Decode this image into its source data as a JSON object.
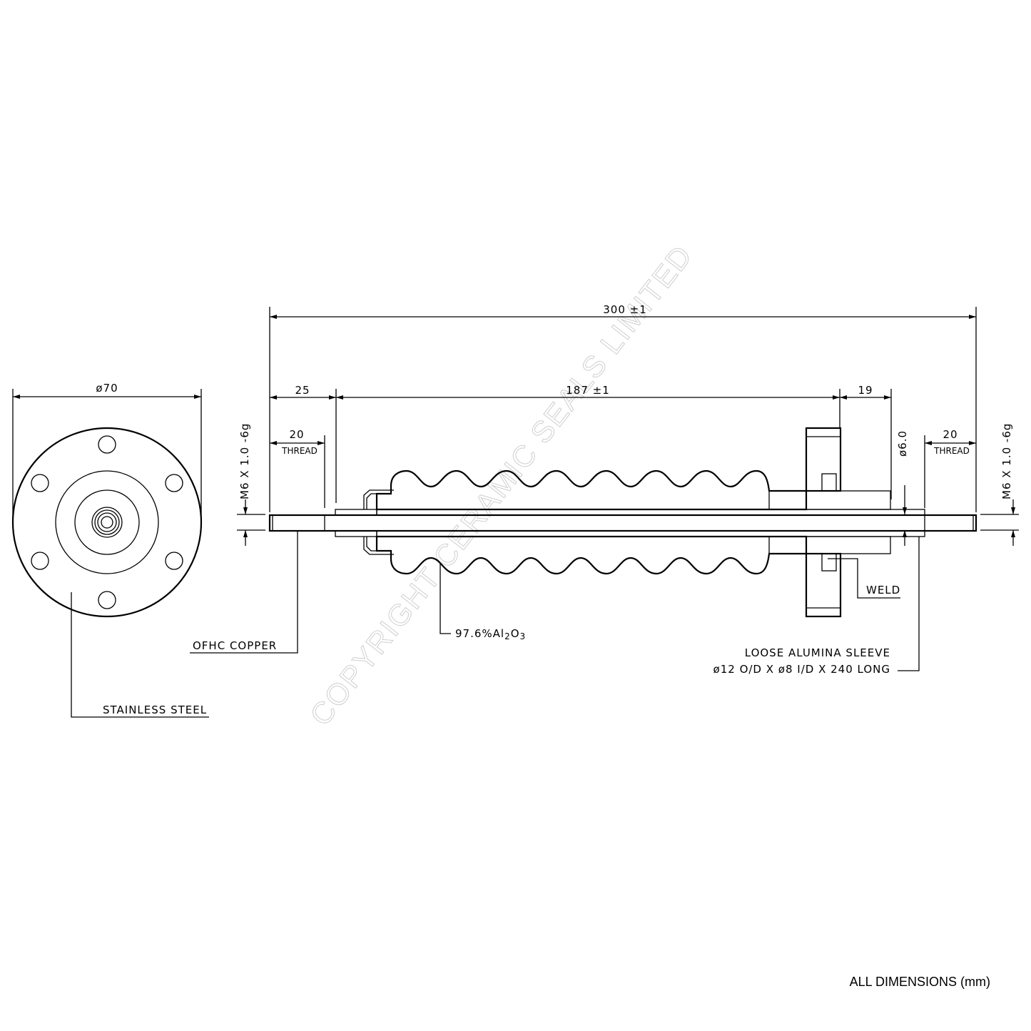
{
  "dimensions": {
    "overall_length": "300 ±1",
    "flange_diameter": "ø70",
    "left_end": "25",
    "ceramic_length": "187 ±1",
    "right_end": "19",
    "thread_left": "20",
    "thread_left_label": "THREAD",
    "thread_right": "20",
    "thread_right_label": "THREAD",
    "thread_spec_left": "M6 X 1.0 -6g",
    "thread_spec_right": "M6 X 1.0 -6g",
    "conductor_diameter": "ø6.0"
  },
  "callouts": {
    "stainless_steel": "STAINLESS STEEL",
    "ofhc_copper": "OFHC COPPER",
    "alumina_prefix": "97.6%Al",
    "alumina_sub2": "2",
    "alumina_o": "O",
    "alumina_sub3": "3",
    "weld": "WELD",
    "sleeve_line1": "LOOSE ALUMINA SLEEVE",
    "sleeve_line2": "ø12 O/D X ø8 I/D X 240 LONG"
  },
  "watermark": "COPYRIGHT CERAMIC SEALS LIMITED",
  "note": "ALL DIMENSIONS (mm)"
}
